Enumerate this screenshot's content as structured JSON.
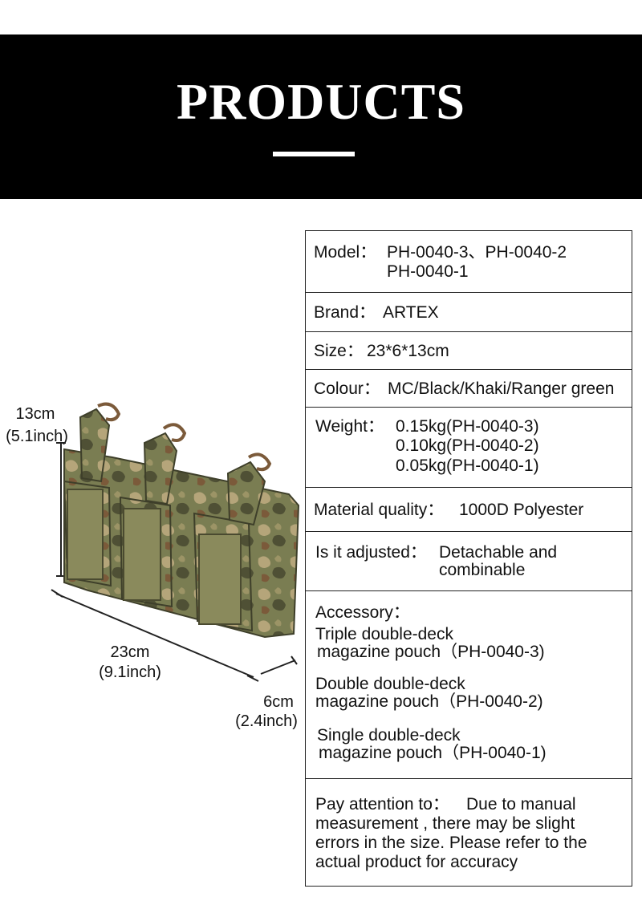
{
  "header": {
    "title": "PRODUCTS"
  },
  "dimensions": {
    "height": "13cm",
    "height_in": "(5.1inch)",
    "length": "23cm",
    "length_in": "(9.1inch)",
    "depth": "6cm",
    "depth_in": "(2.4inch)"
  },
  "specs": {
    "model": {
      "label": "Model：",
      "line1": "PH-0040-3、PH-0040-2",
      "line2": "PH-0040-1"
    },
    "brand": {
      "label": "Brand：",
      "value": "ARTEX"
    },
    "size": {
      "label": "Size：",
      "value": "23*6*13cm"
    },
    "colour": {
      "label": "Colour：",
      "value": "MC/Black/Khaki/Ranger green"
    },
    "weight": {
      "label": "Weight：",
      "line1": "0.15kg(PH-0040-3)",
      "line2": "0.10kg(PH-0040-2)",
      "line3": "0.05kg(PH-0040-1)"
    },
    "material": {
      "label": "Material quality：",
      "value": "1000D Polyester"
    },
    "adjusted": {
      "label": "Is it adjusted：",
      "line1": "Detachable and",
      "line2": "combinable"
    },
    "accessory": {
      "label": "Accessory：",
      "items": [
        {
          "line1": "Triple double-deck",
          "line2": "magazine pouch（PH-0040-3)"
        },
        {
          "line1": "Double double-deck",
          "line2": "magazine pouch（PH-0040-2)"
        },
        {
          "line1": "Single double-deck",
          "line2": "magazine pouch（PH-0040-1)"
        }
      ]
    },
    "attention": {
      "label": "Pay attention to：",
      "line1_rest": "Due to manual",
      "line2": "measurement , there may be slight",
      "line3": "errors in the size. Please refer to the",
      "line4": "actual product for accuracy"
    }
  },
  "colors": {
    "banner": "#000000",
    "camo_base": "#7a7d52",
    "camo_tan": "#b5a57a",
    "camo_dark": "#4f5035",
    "camo_brown": "#7b5a3a"
  }
}
